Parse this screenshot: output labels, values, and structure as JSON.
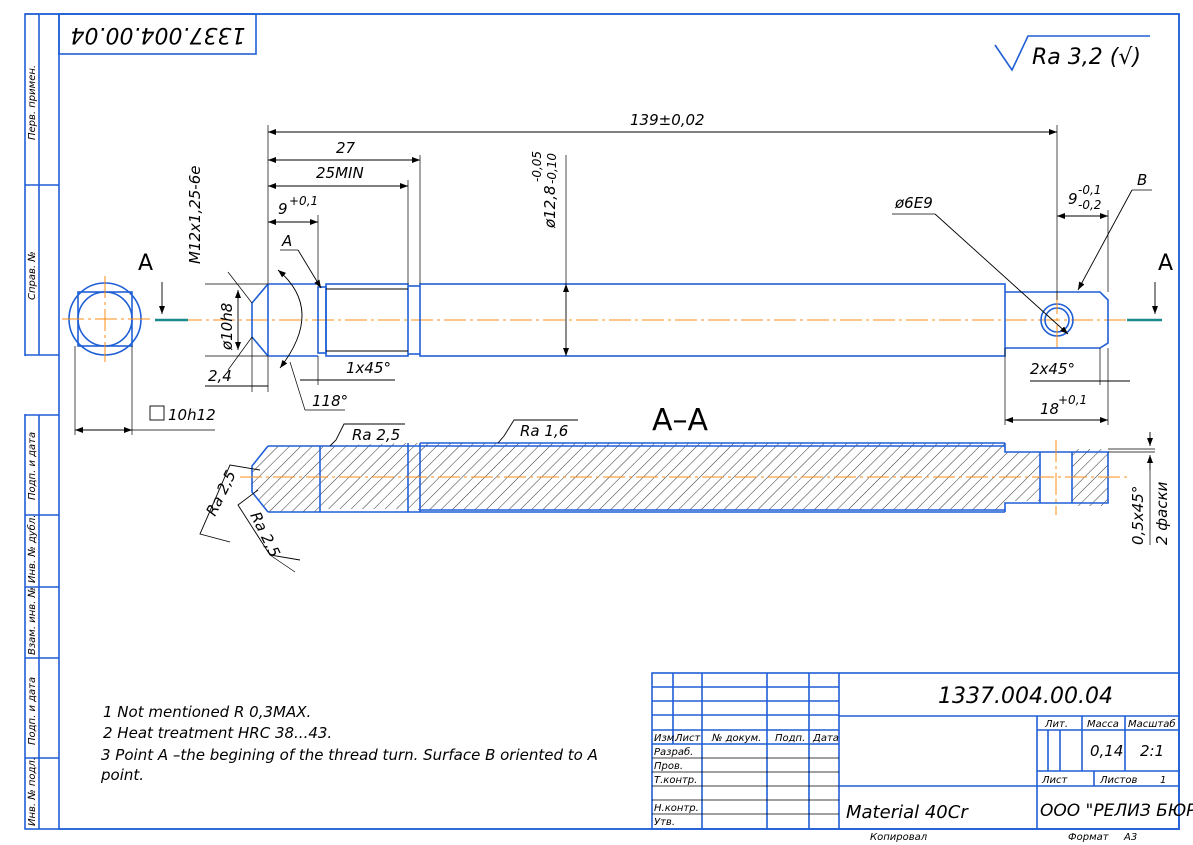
{
  "drawing_number_top": "1337.004.00.04",
  "roughness_general": "Ra 3,2 (√)",
  "side_strip": [
    "Перв. примен.",
    "Справ. №",
    "Подп. и дата",
    "Инв. № дубл.",
    "Взам. инв. №",
    "Подп. и дата",
    "Инв. № подл."
  ],
  "dims": {
    "overall": "139±0,02",
    "d27": "27",
    "d25": "25MIN",
    "d9": "9",
    "d9_tol": "+0,1",
    "thread": "M12x1,25-6e",
    "dia12_8": "ø12,8",
    "dia12_8_up": "-0,05",
    "dia12_8_lo": "-0,10",
    "dia10": "ø10h8",
    "d2_4": "2,4",
    "chamfer1": "1x45°",
    "angle118": "118°",
    "point_a": "A",
    "square": "10h12",
    "hole": "ø6E9",
    "d9r": "9",
    "d9r_up": "-0,1",
    "d9r_lo": "-0,2",
    "surf_b": "B",
    "chamfer2": "2x45°",
    "d18": "18",
    "d18_tol": "+0,1",
    "section_a_left": "A",
    "section_a_right": "A"
  },
  "section": {
    "title": "A–A",
    "ra_left": "Ra 2,5",
    "ra_mid": "Ra 1,6",
    "ra_cone1": "Ra 2,5",
    "ra_cone2": "Ra 2,5",
    "chamfer_note": "0,5x45°",
    "chamfer_note2": "2 фаски"
  },
  "notes": [
    "1 Not mentioned R 0,3MAX.",
    "2 Heat treatment HRC 38...43.",
    "3 Point A  –the begining of the thread  turn.  Surface B oriented to A",
    "point."
  ],
  "title_block": {
    "number": "1337.004.00.04",
    "col_izm": "Изм.",
    "col_list": "Лист",
    "col_doc": "№ докум.",
    "col_podp": "Подп.",
    "col_data": "Дата",
    "razrab": "Разраб.",
    "prov": "Пров.",
    "tkontr": "Т.контр.",
    "nkontr": "Н.контр.",
    "utv": "Утв.",
    "lit": "Лит.",
    "massa": "Масса",
    "masshtab": "Масштаб",
    "mass_value": "0,14",
    "scale_value": "2:1",
    "sheet_label": "Лист",
    "sheets_label": "Листов",
    "sheets_value": "1",
    "material": "Material 40Cr",
    "company": "ООО \"РЕЛИЗ БЮРО\"",
    "kopiroval": "Копировал",
    "format": "Формат",
    "format_value": "A3"
  },
  "colors": {
    "frame": "#1f5fd6",
    "axis": "#ff8c1a",
    "line": "#000000"
  }
}
